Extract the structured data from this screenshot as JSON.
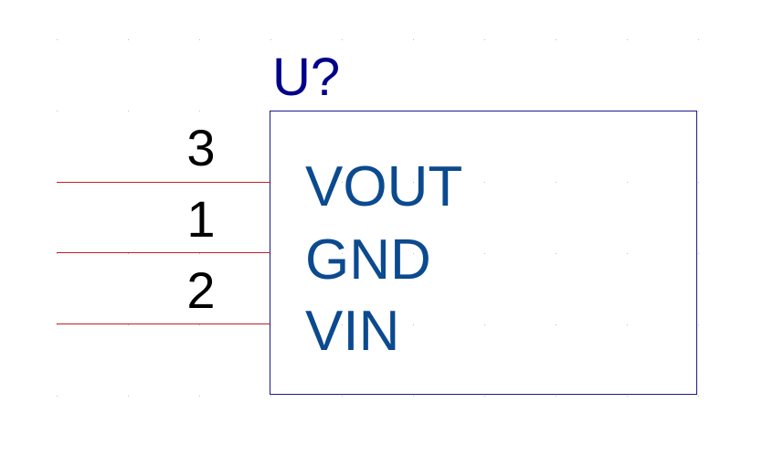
{
  "component": {
    "reference": "U?"
  },
  "pins": [
    {
      "number": "3",
      "name": "VOUT"
    },
    {
      "number": "1",
      "name": "GND"
    },
    {
      "number": "2",
      "name": "VIN"
    }
  ],
  "colors": {
    "reference_text": "#00008b",
    "pin_name_text": "#0b4a8f",
    "pin_number_text": "#000000",
    "pin_line": "#c0202a",
    "body_outline": "#1a1a8c",
    "grid_dot": "#bdbdbd"
  }
}
